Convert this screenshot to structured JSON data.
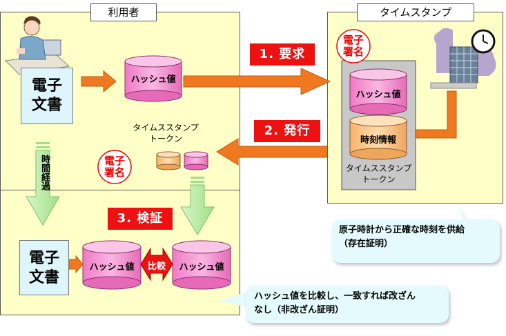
{
  "user_panel": {
    "title": "利用者"
  },
  "timestamp_panel": {
    "title": "タイムスタンプ"
  },
  "document": {
    "label_line1": "電子",
    "label_line2": "文書"
  },
  "hash_value": "ハッシュ値",
  "time_info": "時刻情報",
  "token_label_line1": "タイムススタンプ",
  "token_label_line2": "トークン",
  "signature_line1": "電子",
  "signature_line2": "署名",
  "steps": {
    "request": "1. 要求",
    "issue": "2. 発行",
    "verify": "3. 検証"
  },
  "time_passage": "時間経過",
  "compare": "比較",
  "callouts": {
    "atomic_clock_line1": "原子時計から正確な時刻を供給",
    "atomic_clock_line2": "（存在証明）",
    "compare_line1": "ハッシュ値を比較し、一致すれば改ざん",
    "compare_line2": "なし（非改ざん証明）"
  },
  "colors": {
    "panel_bg": "#ffffc8",
    "arrow_orange": "#f07820",
    "arrow_green": "#b8f0a0",
    "pink_cylinder": "#f58fd0",
    "peach_cylinder": "#ffc98a",
    "step_red": "#ee1111"
  }
}
